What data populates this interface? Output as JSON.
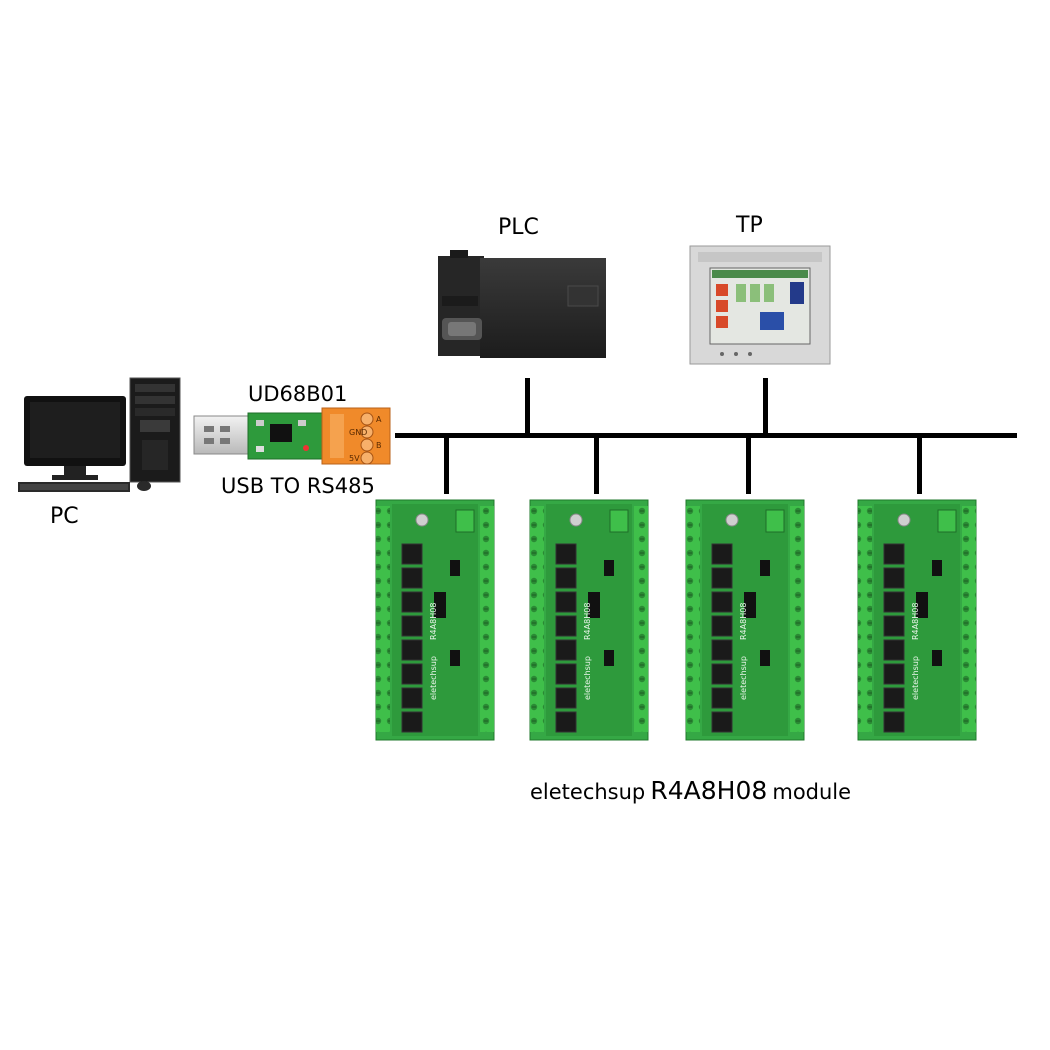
{
  "labels": {
    "pc": "PC",
    "converter_model": "UD68B01",
    "converter_desc": "USB TO RS485",
    "plc": "PLC",
    "tp": "TP"
  },
  "converter_terminals": [
    "A",
    "GND",
    "B",
    "5V"
  ],
  "module_text": {
    "brand": "eletechsup",
    "board_model": "R4A8H08"
  },
  "caption": {
    "brand": "eletechsup",
    "model": "R4A8H08",
    "suffix": "module"
  },
  "modules_count": 4,
  "colors": {
    "bus": "#000000",
    "board_green": "#2e9a3c",
    "terminal_green": "#3fbf4a",
    "relay_black": "#1a1a1a",
    "plc_body": "#2b2b2b",
    "tp_frame": "#d8d8d8",
    "converter_orange": "#f08a2a"
  }
}
